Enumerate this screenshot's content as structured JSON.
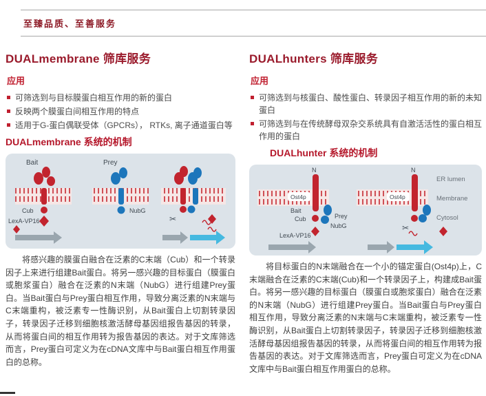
{
  "colors": {
    "heading_maroon": "#9a1a2b",
    "accent_red": "#c01f2f",
    "bait_red": "#c2242e",
    "prey_blue": "#1d76bb",
    "diagram_bg": "#dce3e9",
    "gene_arrow_gray": "#9aa6ae",
    "transcription_cyan": "#45b9e0"
  },
  "icons": {
    "scissors": "✂"
  },
  "header": {
    "title": "至臻品质、至善服务"
  },
  "left": {
    "title": "DUALmembrane 筛库服务",
    "application_heading": "应用",
    "bullets": [
      "可筛选到与目标膜蛋白相互作用的新的蛋白",
      "反映两个膜蛋白间相互作用的特点",
      "适用于G-蛋白偶联受体（GPCRs）， RTKs, 离子通道蛋白等"
    ],
    "mechanism_heading": "DUALmembrane 系统的机制",
    "diagram": {
      "bait_label": "Bait",
      "prey_label": "Prey",
      "cub_label": "Cub",
      "lexa_label": "LexA-VP16",
      "nubg_label": "NubG"
    },
    "paragraph": "将感兴趣的膜蛋白融合在泛素的C末端（Cub）和一个转录因子上来进行组建Bait蛋白。将另一感兴趣的目标蛋白（膜蛋白或胞浆蛋白）融合在泛素的N末端（NubG）进行组建Prey蛋白。当Bait蛋白与Prey蛋白相互作用，导致分离泛素的N末端与C末端重构，被泛素专一性酶识别，从Bait蛋白上切割转录因子，转录因子迁移到细胞核激活酵母基因组报告基因的转录，从而将蛋白间的相互作用转为报告基因的表达。对于文库筛选而言，Prey蛋白可定义为在cDNA文库中与Bait蛋白相互作用蛋白的总称。"
  },
  "right": {
    "title": "DUALhunters 筛库服务",
    "application_heading": "应用",
    "bullets": [
      "可筛选到与核蛋白、酸性蛋白、转录因子相互作用的新的未知蛋白",
      "可筛选到与在传统酵母双杂交系统具有自激活活性的蛋白相互作用的蛋白"
    ],
    "mechanism_heading": "DUALhunter 系统的机制",
    "diagram": {
      "n_label": "N",
      "n_label_2": "N",
      "ost4p_label": "Ost4p",
      "ost4p_label_2": "Ost4p",
      "bait_label": "Bait",
      "cub_label": "Cub",
      "prey_label": "Prey",
      "nubg_label": "NubG",
      "lexa_label": "LexA-VP16",
      "er_lumen_label": "ER lumen",
      "membrane_label": "Membrane",
      "cytosol_label": "Cytosol"
    },
    "paragraph": "将目标蛋白的N末端融合在一个小的锚定蛋白(Ost4p)上，C末端融合在泛素的C末端(Cub)和一个转录因子上，构建成Bait蛋白。将另一感兴趣的目标蛋白（膜蛋白或胞浆蛋白）融合在泛素的N末端（NubG）进行组建Prey蛋白。当Bait蛋白与Prey蛋白相互作用，导致分离泛素的N末端与C末端重构，被泛素专一性酶识别，从Bait蛋白上切割转录因子，转录因子迁移到细胞核激活酵母基因组报告基因的转录，从而将蛋白间的相互作用转为报告基因的表达。对于文库筛选而言，Prey蛋白可定义为在cDNA文库中与Bait蛋白相互作用蛋白的总称。"
  }
}
